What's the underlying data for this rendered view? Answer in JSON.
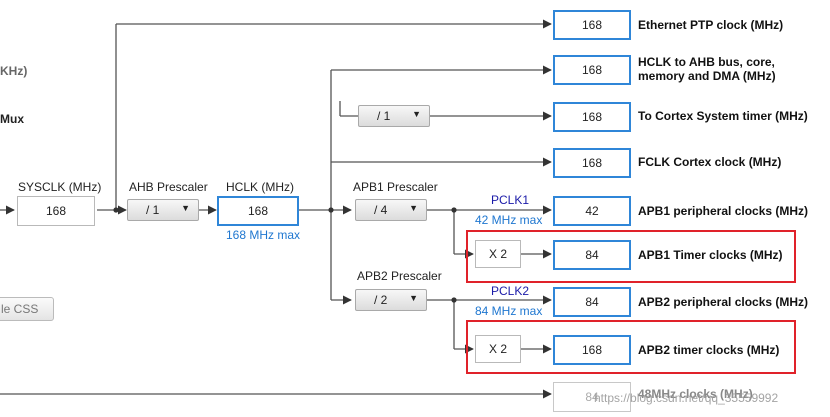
{
  "left_edge": {
    "khz_fragment": "KHz)",
    "mux_fragment": "Mux",
    "css_button": "le CSS"
  },
  "sysclk": {
    "label": "SYSCLK (MHz)",
    "value": "168"
  },
  "ahb_prescaler": {
    "label": "AHB Prescaler",
    "value": "/ 1"
  },
  "hclk": {
    "label": "HCLK (MHz)",
    "value": "168",
    "max": "168 MHz max"
  },
  "cortex_prescaler": {
    "value": "/ 1"
  },
  "apb1_prescaler": {
    "label": "APB1 Prescaler",
    "value": "/ 4"
  },
  "apb2_prescaler": {
    "label": "APB2 Prescaler",
    "value": "/ 2"
  },
  "pclk1": {
    "label": "PCLK1",
    "max": "42 MHz max"
  },
  "pclk2": {
    "label": "PCLK2",
    "max": "84 MHz max"
  },
  "apb1_timer_multiplier": "X 2",
  "apb2_timer_multiplier": "X 2",
  "outputs": [
    {
      "value": "168",
      "label": "Ethernet PTP clock (MHz)"
    },
    {
      "value": "168",
      "label_line1": "HCLK to AHB bus, core,",
      "label_line2": "memory and DMA (MHz)"
    },
    {
      "value": "168",
      "label": "To Cortex System timer (MHz)"
    },
    {
      "value": "168",
      "label": "FCLK Cortex clock (MHz)"
    },
    {
      "value": "42",
      "label": "APB1 peripheral clocks (MHz)"
    },
    {
      "value": "84",
      "label": "APB1 Timer clocks (MHz)"
    },
    {
      "value": "84",
      "label": "APB2 peripheral clocks (MHz)"
    },
    {
      "value": "168",
      "label": "APB2 timer clocks (MHz)"
    },
    {
      "value": "84",
      "label": "48MHz clocks (MHz)"
    }
  ],
  "highlight_color": "#e0222a",
  "accent_color": "#2f86d8",
  "watermark": "https://blog.csdn.net/qq_35559992"
}
